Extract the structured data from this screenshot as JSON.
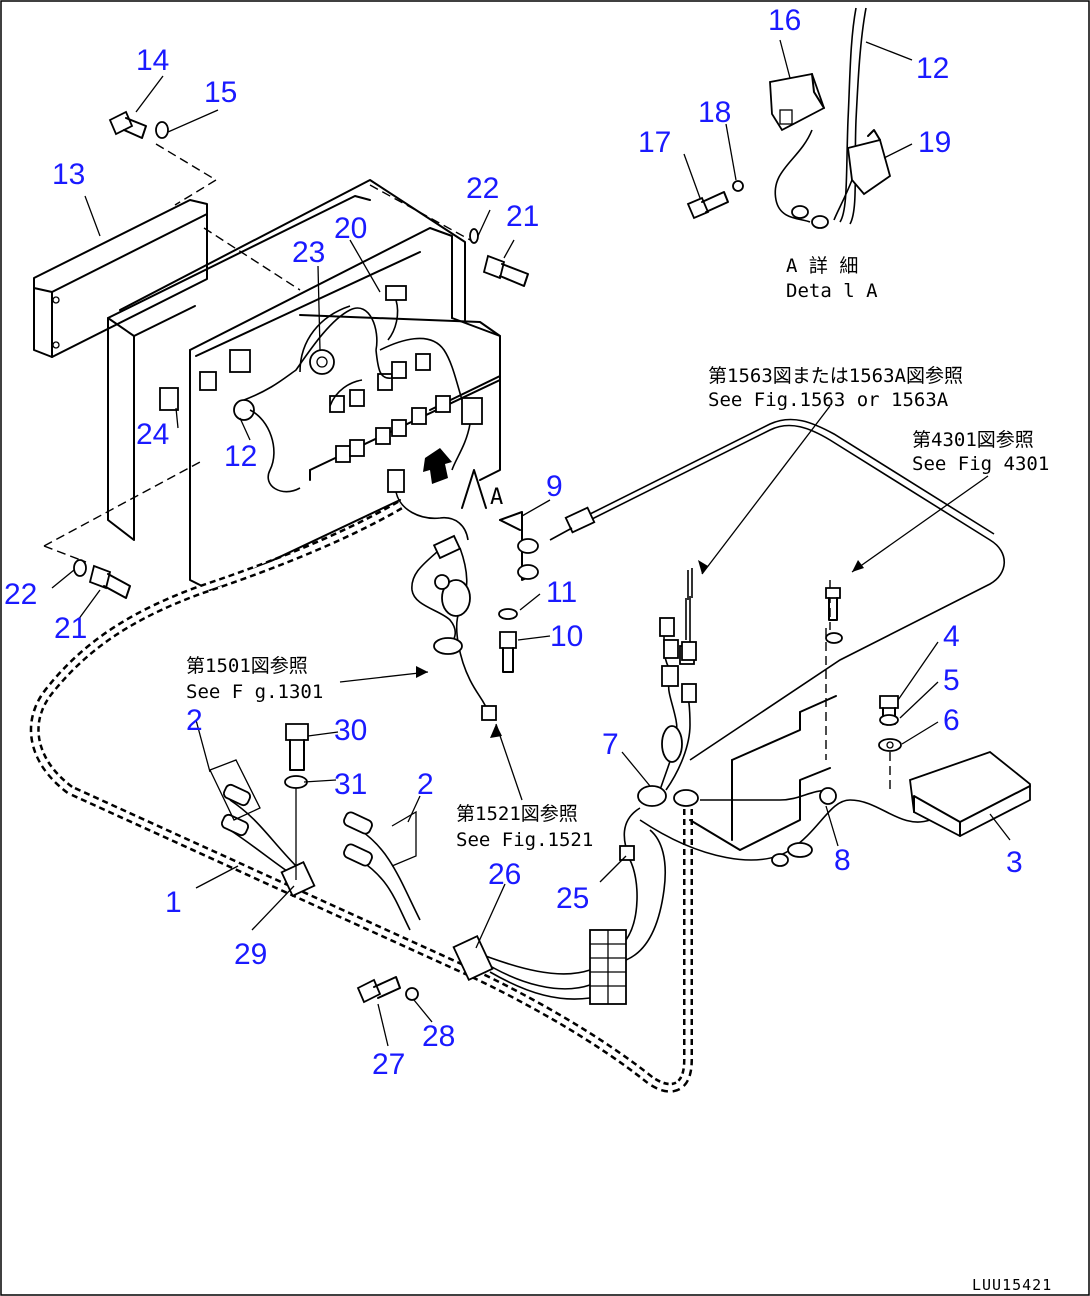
{
  "callouts": [
    {
      "id": "c1",
      "label": "1"
    },
    {
      "id": "c2a",
      "label": "2"
    },
    {
      "id": "c2b",
      "label": "2"
    },
    {
      "id": "c3",
      "label": "3"
    },
    {
      "id": "c4",
      "label": "4"
    },
    {
      "id": "c5",
      "label": "5"
    },
    {
      "id": "c6",
      "label": "6"
    },
    {
      "id": "c7",
      "label": "7"
    },
    {
      "id": "c8",
      "label": "8"
    },
    {
      "id": "c9",
      "label": "9"
    },
    {
      "id": "c10",
      "label": "10"
    },
    {
      "id": "c11",
      "label": "11"
    },
    {
      "id": "c12a",
      "label": "12"
    },
    {
      "id": "c12b",
      "label": "12"
    },
    {
      "id": "c13",
      "label": "13"
    },
    {
      "id": "c14",
      "label": "14"
    },
    {
      "id": "c15",
      "label": "15"
    },
    {
      "id": "c16",
      "label": "16"
    },
    {
      "id": "c17",
      "label": "17"
    },
    {
      "id": "c18",
      "label": "18"
    },
    {
      "id": "c19",
      "label": "19"
    },
    {
      "id": "c20",
      "label": "20"
    },
    {
      "id": "c21a",
      "label": "21"
    },
    {
      "id": "c21b",
      "label": "21"
    },
    {
      "id": "c22a",
      "label": "22"
    },
    {
      "id": "c22b",
      "label": "22"
    },
    {
      "id": "c23",
      "label": "23"
    },
    {
      "id": "c24",
      "label": "24"
    },
    {
      "id": "c25",
      "label": "25"
    },
    {
      "id": "c26",
      "label": "26"
    },
    {
      "id": "c27",
      "label": "27"
    },
    {
      "id": "c28",
      "label": "28"
    },
    {
      "id": "c29",
      "label": "29"
    },
    {
      "id": "c30",
      "label": "30"
    },
    {
      "id": "c31",
      "label": "31"
    }
  ],
  "notes": {
    "detail_a_jp": "A 詳 細",
    "detail_a_en": "Deta l A",
    "view_a": "A",
    "ref_1563_jp": "第1563図または1563A図参照",
    "ref_1563_en": "See Fig.1563 or 1563A",
    "ref_4301_jp": "第4301図参照",
    "ref_4301_en": "See Fig 4301",
    "ref_1501_jp": "第1501図参照",
    "ref_1501_en": "See F g.1301",
    "ref_1521_jp": "第1521図参照",
    "ref_1521_en": "See Fig.1521"
  },
  "drawing_code": "LUU15421"
}
